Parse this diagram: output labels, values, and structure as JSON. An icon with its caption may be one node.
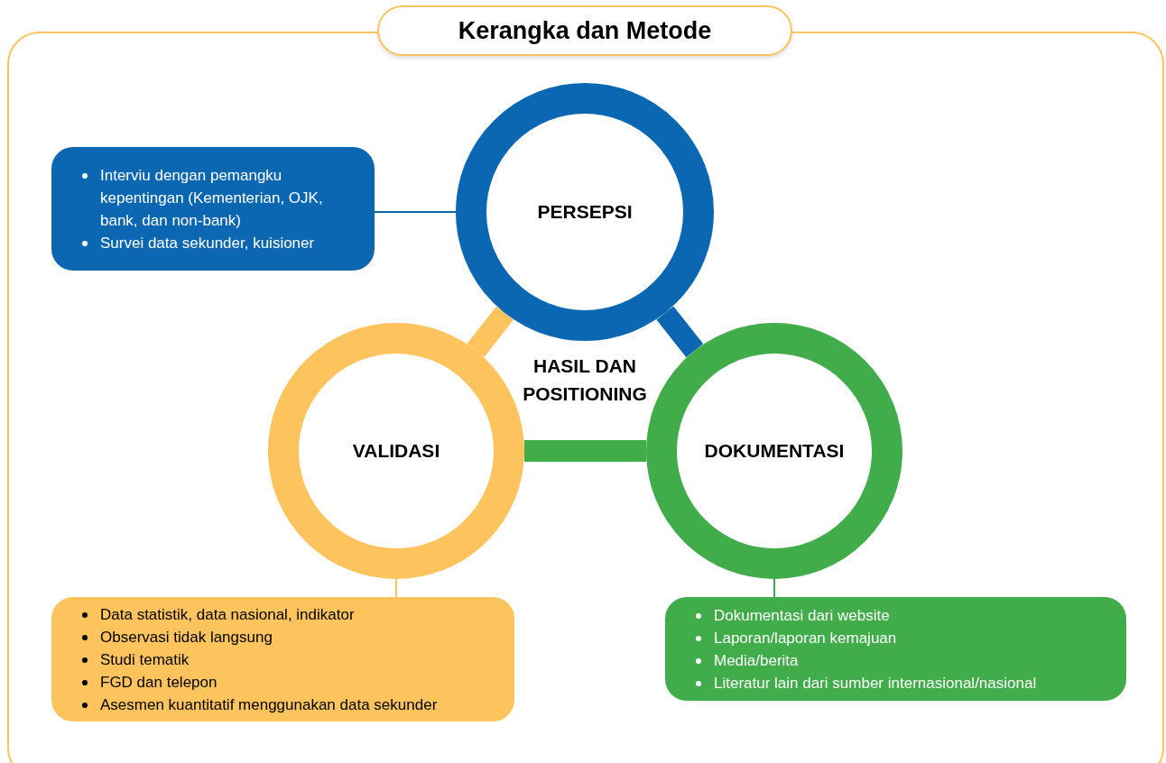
{
  "diagram": {
    "title": "Kerangka dan Metode",
    "nodes": [
      {
        "text": [
          "PERSEPSI"
        ]
      },
      {
        "text": [
          "Interviu dengan pemangku kepentingan (Kementerian, OJK, bank, dan non-bank)",
          "Survei data sekunder, kuisioner"
        ]
      },
      {
        "text": [
          "VALIDASI"
        ]
      },
      {
        "text": [
          "DOKUMENTASI"
        ]
      },
      {
        "text": [
          "Data statistik, data nasional, indikator",
          "Observasi tidak langsung",
          "Studi tematik",
          "FGD dan telepon",
          "Asesmen kuantitatif menggunakan data sekunder"
        ]
      },
      {
        "text": [
          "Dokumentasi dari website",
          "Laporan/laporan kemajuan",
          "Media/berita",
          "Literatur lain dari sumber internasional/nasional"
        ]
      }
    ],
    "edges": [
      {
        "from": 1,
        "to": 0,
        "arrow": "none",
        "color": "#0b67b2"
      },
      {
        "from": 0,
        "to": 2,
        "arrow": "none",
        "style": "thick",
        "color": "#fdc35c"
      },
      {
        "from": 0,
        "to": 3,
        "arrow": "none",
        "style": "thick",
        "color": "#0b67b2"
      },
      {
        "from": 2,
        "to": 3,
        "arrow": "none",
        "style": "thick",
        "color": "#41ac4a"
      },
      {
        "from": 2,
        "to": 4,
        "arrow": "none",
        "color": "#fdc35c"
      },
      {
        "from": 3,
        "to": 5,
        "arrow": "none",
        "color": "#41ac4a"
      }
    ],
    "labels": [
      "HASIL DAN POSITIONING"
    ]
  }
}
